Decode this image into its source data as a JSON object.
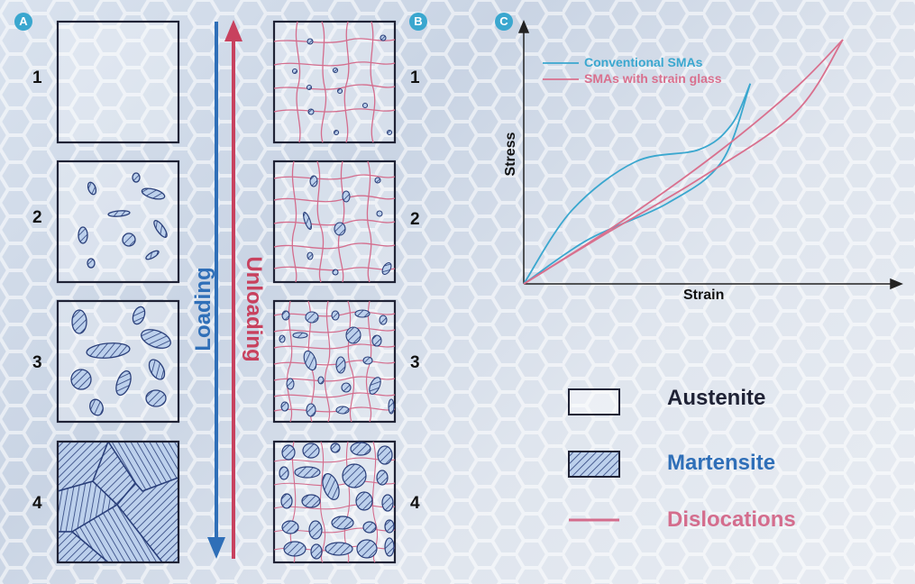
{
  "panels": {
    "a": {
      "badge": "A",
      "rows": [
        "1",
        "2",
        "3",
        "4"
      ]
    },
    "b": {
      "badge": "B",
      "rows": [
        "1",
        "2",
        "3",
        "4"
      ]
    },
    "c": {
      "badge": "C"
    }
  },
  "arrows": {
    "loading": "Loading",
    "unloading": "Unloading"
  },
  "chart": {
    "xlabel": "Strain",
    "ylabel": "Stress",
    "legend": [
      "Conventional SMAs",
      "SMAs with strain glass"
    ]
  },
  "legend": {
    "austenite": "Austenite",
    "martensite": "Martensite",
    "dislocations": "Dislocations"
  },
  "colors": {
    "blue": "#2f6fb8",
    "red": "#c8415e",
    "conventional": "#3aa7cf",
    "strain_glass": "#d9708e",
    "dislocation": "#d46d8d",
    "hatch_fill": "#bcd0ec",
    "hatch_line": "#2a3f7a"
  },
  "chart_data": {
    "type": "line",
    "xlabel": "Strain",
    "ylabel": "Stress",
    "legend_position": "top-left",
    "series": [
      {
        "name": "Conventional SMAs",
        "loading": [
          [
            0,
            0
          ],
          [
            0.15,
            0.3
          ],
          [
            0.35,
            0.5
          ],
          [
            0.55,
            0.55
          ],
          [
            0.65,
            0.65
          ],
          [
            0.71,
            0.82
          ]
        ],
        "unloading": [
          [
            0.71,
            0.82
          ],
          [
            0.62,
            0.5
          ],
          [
            0.45,
            0.33
          ],
          [
            0.2,
            0.18
          ],
          [
            0,
            0
          ]
        ]
      },
      {
        "name": "SMAs with strain glass",
        "loading": [
          [
            0,
            0
          ],
          [
            0.3,
            0.25
          ],
          [
            0.6,
            0.53
          ],
          [
            0.85,
            0.8
          ],
          [
            1,
            1
          ]
        ],
        "unloading": [
          [
            1,
            1
          ],
          [
            0.85,
            0.7
          ],
          [
            0.55,
            0.43
          ],
          [
            0.25,
            0.2
          ],
          [
            0,
            0
          ]
        ]
      }
    ]
  }
}
